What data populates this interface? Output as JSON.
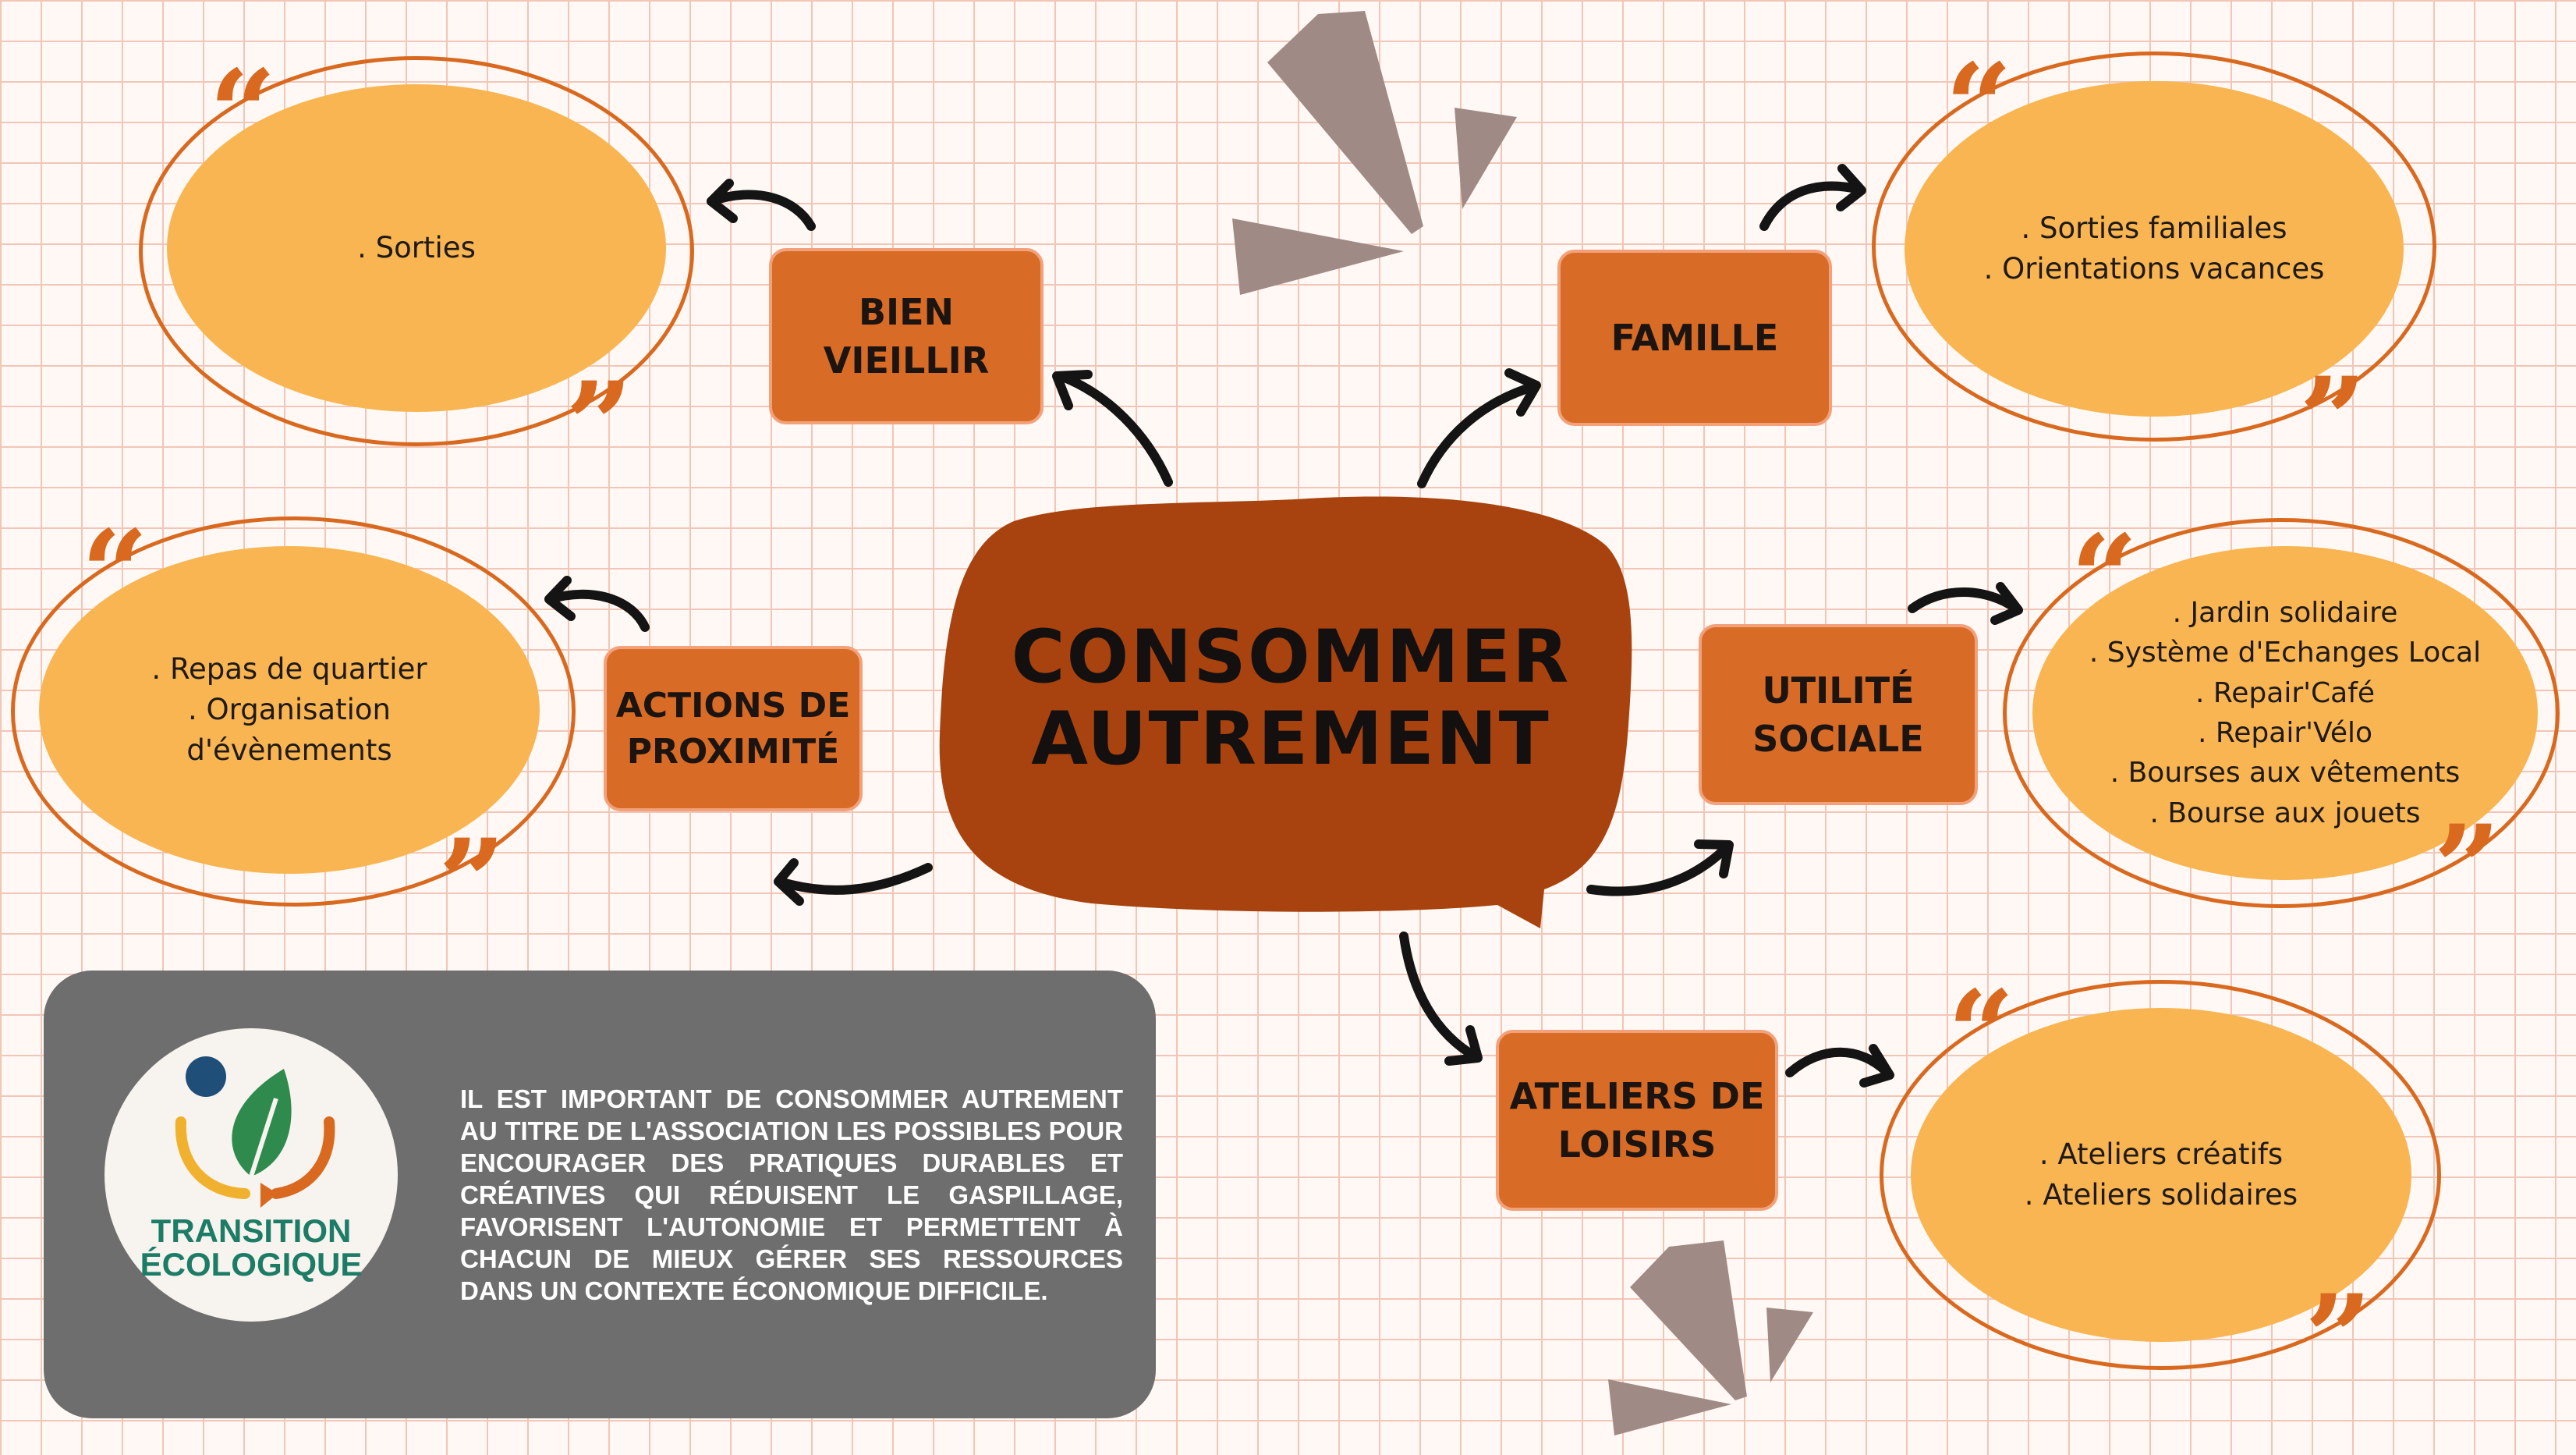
{
  "center": {
    "line1": "CONSOMMER",
    "line2": "AUTREMENT"
  },
  "nodes": {
    "bien_vieillir": {
      "label": "BIEN VIEILLIR",
      "items": [
        ". Sorties"
      ]
    },
    "famille": {
      "label": "FAMILLE",
      "items": [
        ". Sorties familiales",
        ". Orientations vacances"
      ]
    },
    "actions": {
      "line1": "ACTIONS DE",
      "line2": "PROXIMITÉ",
      "items": [
        ". Repas de quartier",
        ". Organisation",
        "d'évènements"
      ]
    },
    "utilite": {
      "line1": "UTILITÉ",
      "line2": "SOCIALE",
      "items": [
        ". Jardin solidaire",
        ". Système d'Echanges Local",
        ". Repair'Café",
        ". Repair'Vélo",
        ". Bourses aux vêtements",
        ". Bourse aux jouets"
      ]
    },
    "ateliers": {
      "line1": "ATELIERS DE",
      "line2": "LOISIRS",
      "items": [
        ". Ateliers créatifs",
        ". Ateliers solidaires"
      ]
    }
  },
  "quote_open": "“",
  "quote_close": "”",
  "panel": {
    "text": "IL EST IMPORTANT DE CONSOMMER AUTREMENT AU TITRE DE L'ASSOCIATION LES POSSIBLES POUR ENCOURAGER DES PRATIQUES DURABLES ET CRÉATIVES QUI RÉDUISENT LE GASPILLAGE, FAVORISENT L'AUTONOMIE ET PERMETTENT À CHACUN DE MIEUX GÉRER SES RESSOURCES DANS UN CONTEXTE ÉCONOMIQUE DIFFICILE.",
    "logo_line1": "TRANSITION",
    "logo_line2": "ÉCOLOGIQUE"
  },
  "colors": {
    "bubble": "#f8b552",
    "box": "#d86b25",
    "center": "#a8430f",
    "ring": "#d8691f",
    "panel": "#6e6e6e",
    "logo_green": "#1c7c66",
    "deco": "#a08a86"
  }
}
